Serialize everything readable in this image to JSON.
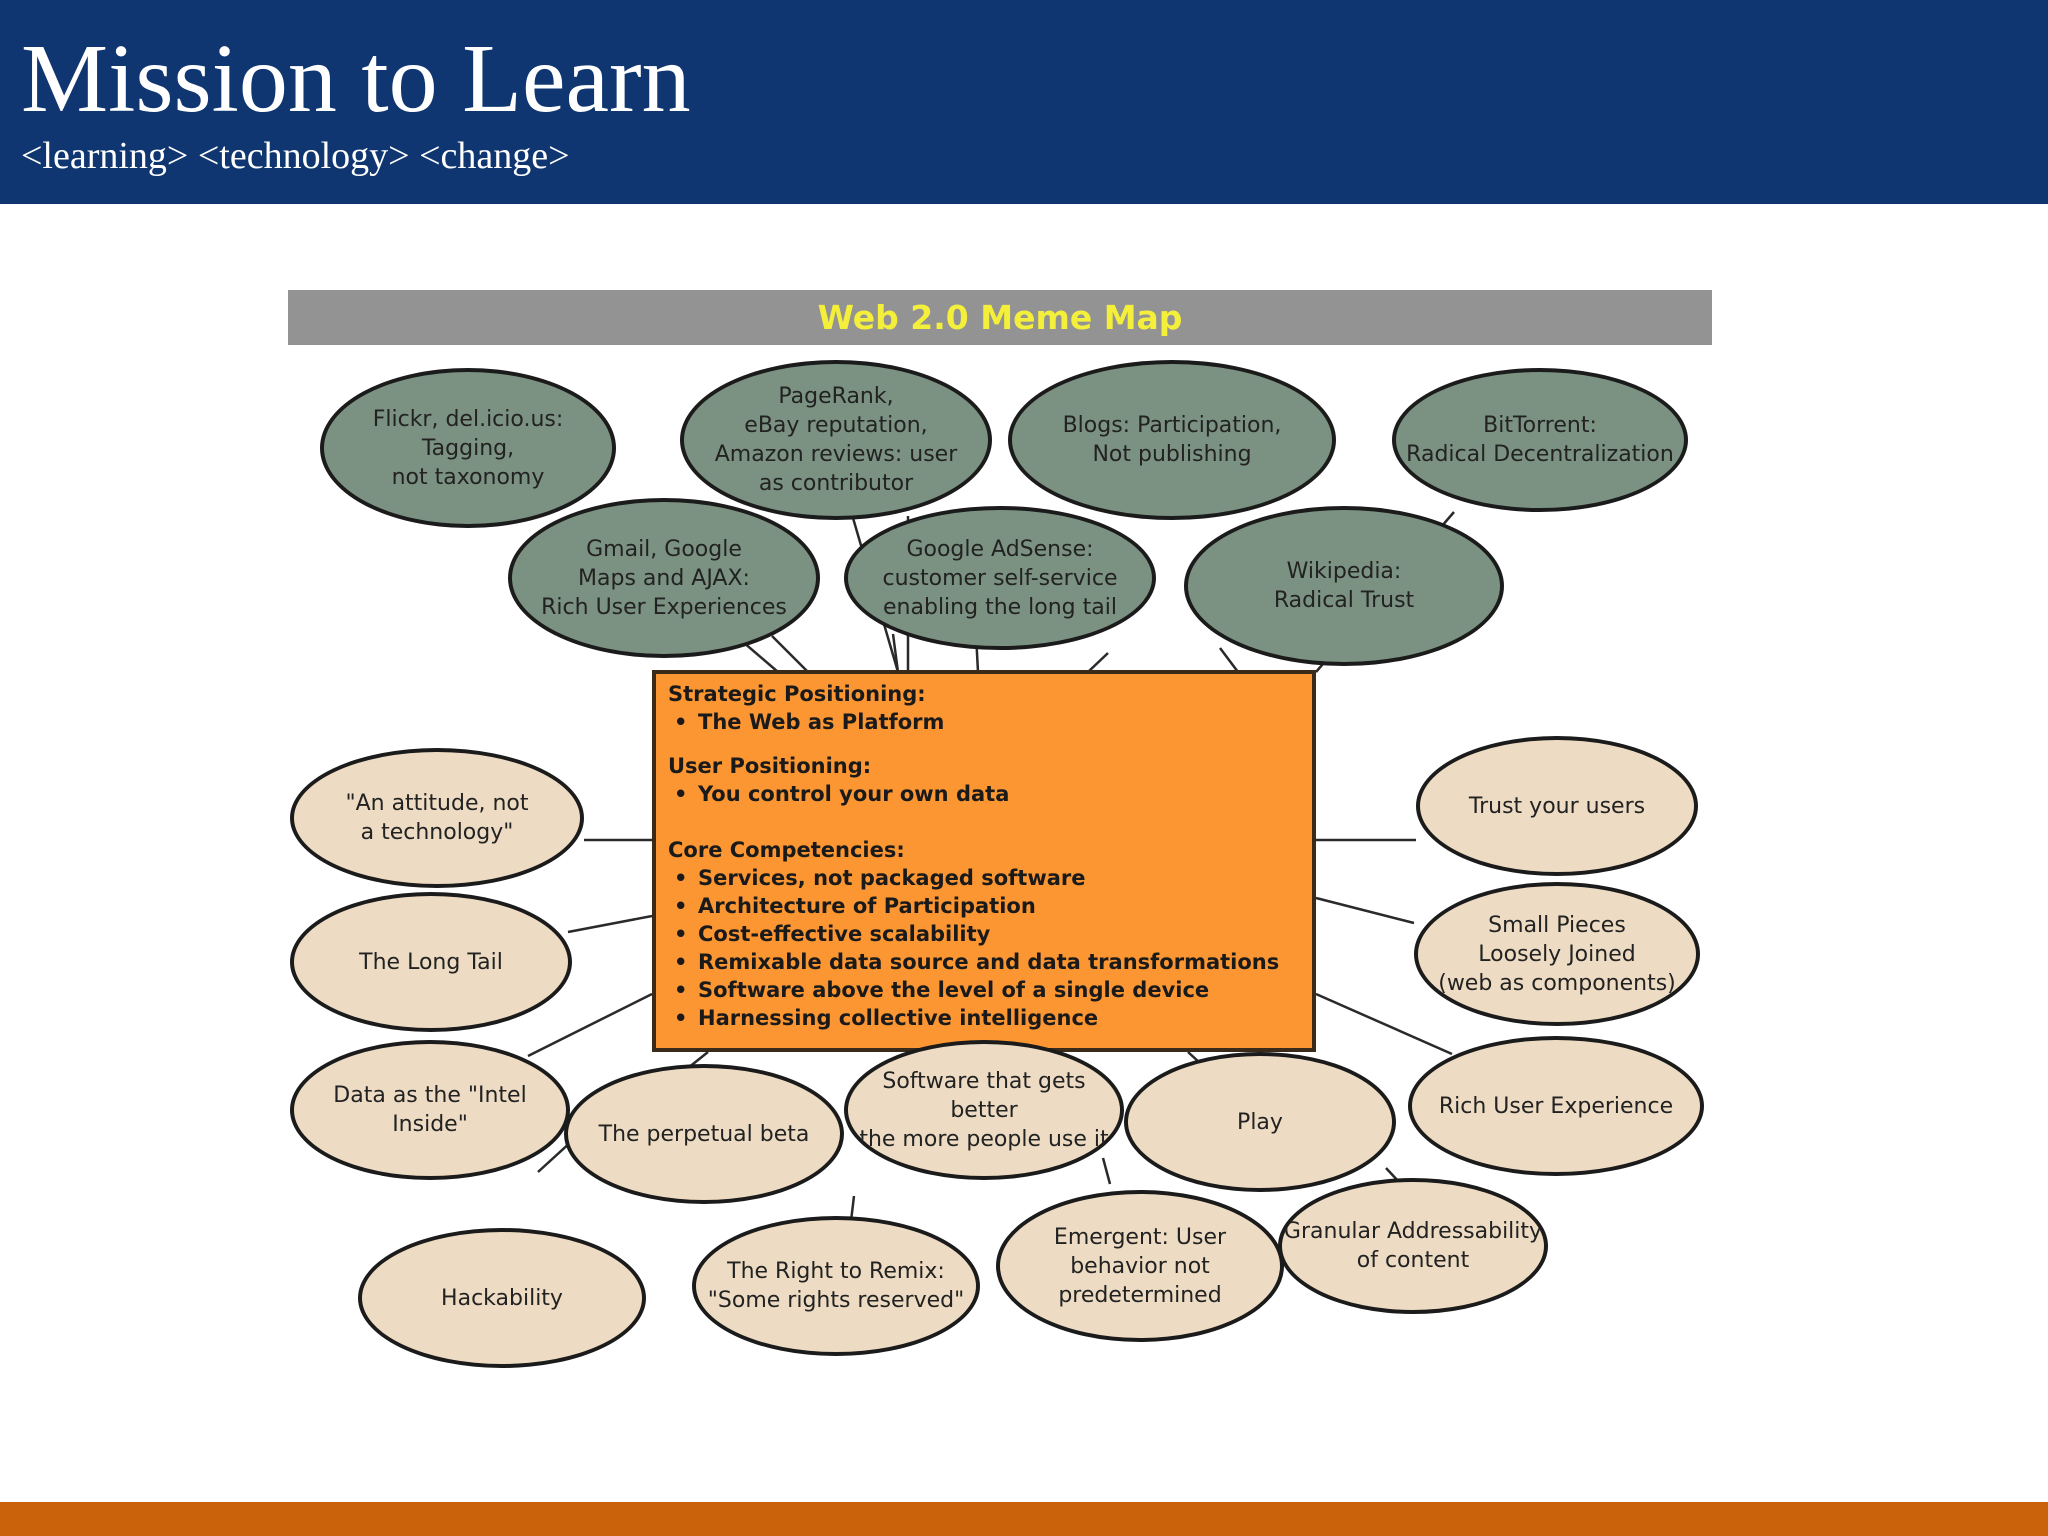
{
  "slide": {
    "title": "Mission to Learn",
    "subtitle": "<learning> <technology> <change>"
  },
  "colors": {
    "header": "#0f3670",
    "footer": "#c9620b",
    "banner": "#939393",
    "banner_text": "#f4ef3a",
    "green_node": "#7b9282",
    "tan_node": "#eddcc3",
    "core_box": "#fb9632"
  },
  "meme_map": {
    "title": "Web 2.0 Meme Map",
    "core": {
      "strategic_heading": "Strategic Positioning:",
      "strategic_items": [
        "The Web as Platform"
      ],
      "user_heading": "User Positioning:",
      "user_items": [
        "You control your own data"
      ],
      "core_heading": "Core Competencies:",
      "core_items": [
        "Services, not packaged software",
        "Architecture of Participation",
        "Cost-effective scalability",
        "Remixable data source and data transformations",
        "Software above the level of a single device",
        "Harnessing collective intelligence"
      ]
    },
    "top_nodes": [
      "Flickr, del.icio.us:\nTagging,\nnot taxonomy",
      "PageRank,\neBay reputation,\nAmazon reviews:  user\nas contributor",
      "Blogs:  Participation,\nNot publishing",
      "BitTorrent:\nRadical Decentralization",
      "Gmail, Google\nMaps and AJAX:\nRich User Experiences",
      "Google AdSense:\ncustomer self-service\nenabling the long tail",
      "Wikipedia:\nRadical Trust"
    ],
    "bottom_nodes": [
      "\"An attitude, not\na technology\"",
      "The Long Tail",
      "Data as the \"Intel Inside\"",
      "The perpetual beta",
      "Software that gets\nbetter\nthe more people use it",
      "Play",
      "Trust your users",
      "Small Pieces\nLoosely Joined\n(web as components)",
      "Rich User Experience",
      "Granular Addressability\nof content",
      "Hackability",
      "The Right to Remix:\n\"Some rights reserved\"",
      "Emergent:  User\nbehavior not\npredetermined"
    ]
  }
}
